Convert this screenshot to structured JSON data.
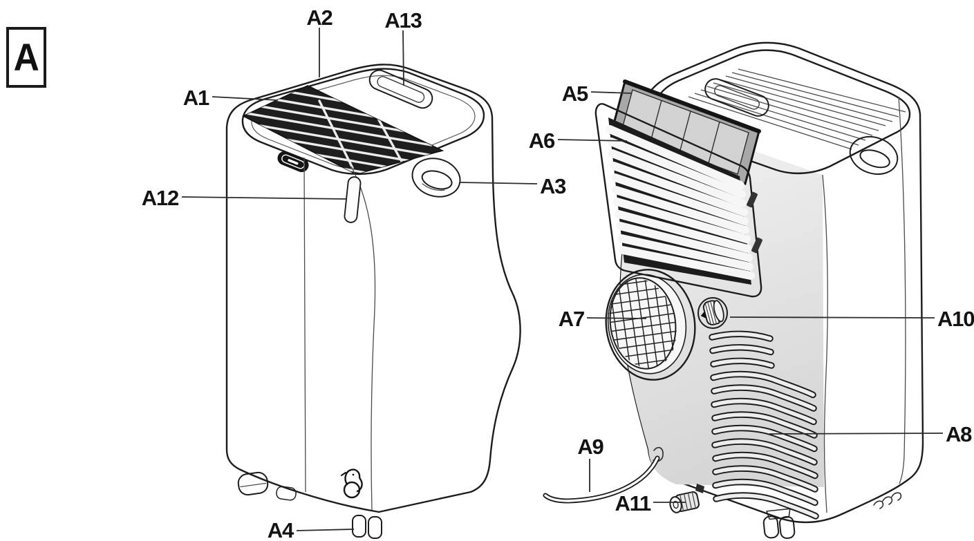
{
  "figure": {
    "letter": "A"
  },
  "callouts": {
    "a1": {
      "text": "A1"
    },
    "a2": {
      "text": "A2"
    },
    "a3": {
      "text": "A3"
    },
    "a4": {
      "text": "A4"
    },
    "a5": {
      "text": "A5"
    },
    "a6": {
      "text": "A6"
    },
    "a7": {
      "text": "A7"
    },
    "a8": {
      "text": "A8"
    },
    "a9": {
      "text": "A9"
    },
    "a10": {
      "text": "A10"
    },
    "a11": {
      "text": "A11"
    },
    "a12": {
      "text": "A12"
    },
    "a13": {
      "text": "A13"
    }
  }
}
